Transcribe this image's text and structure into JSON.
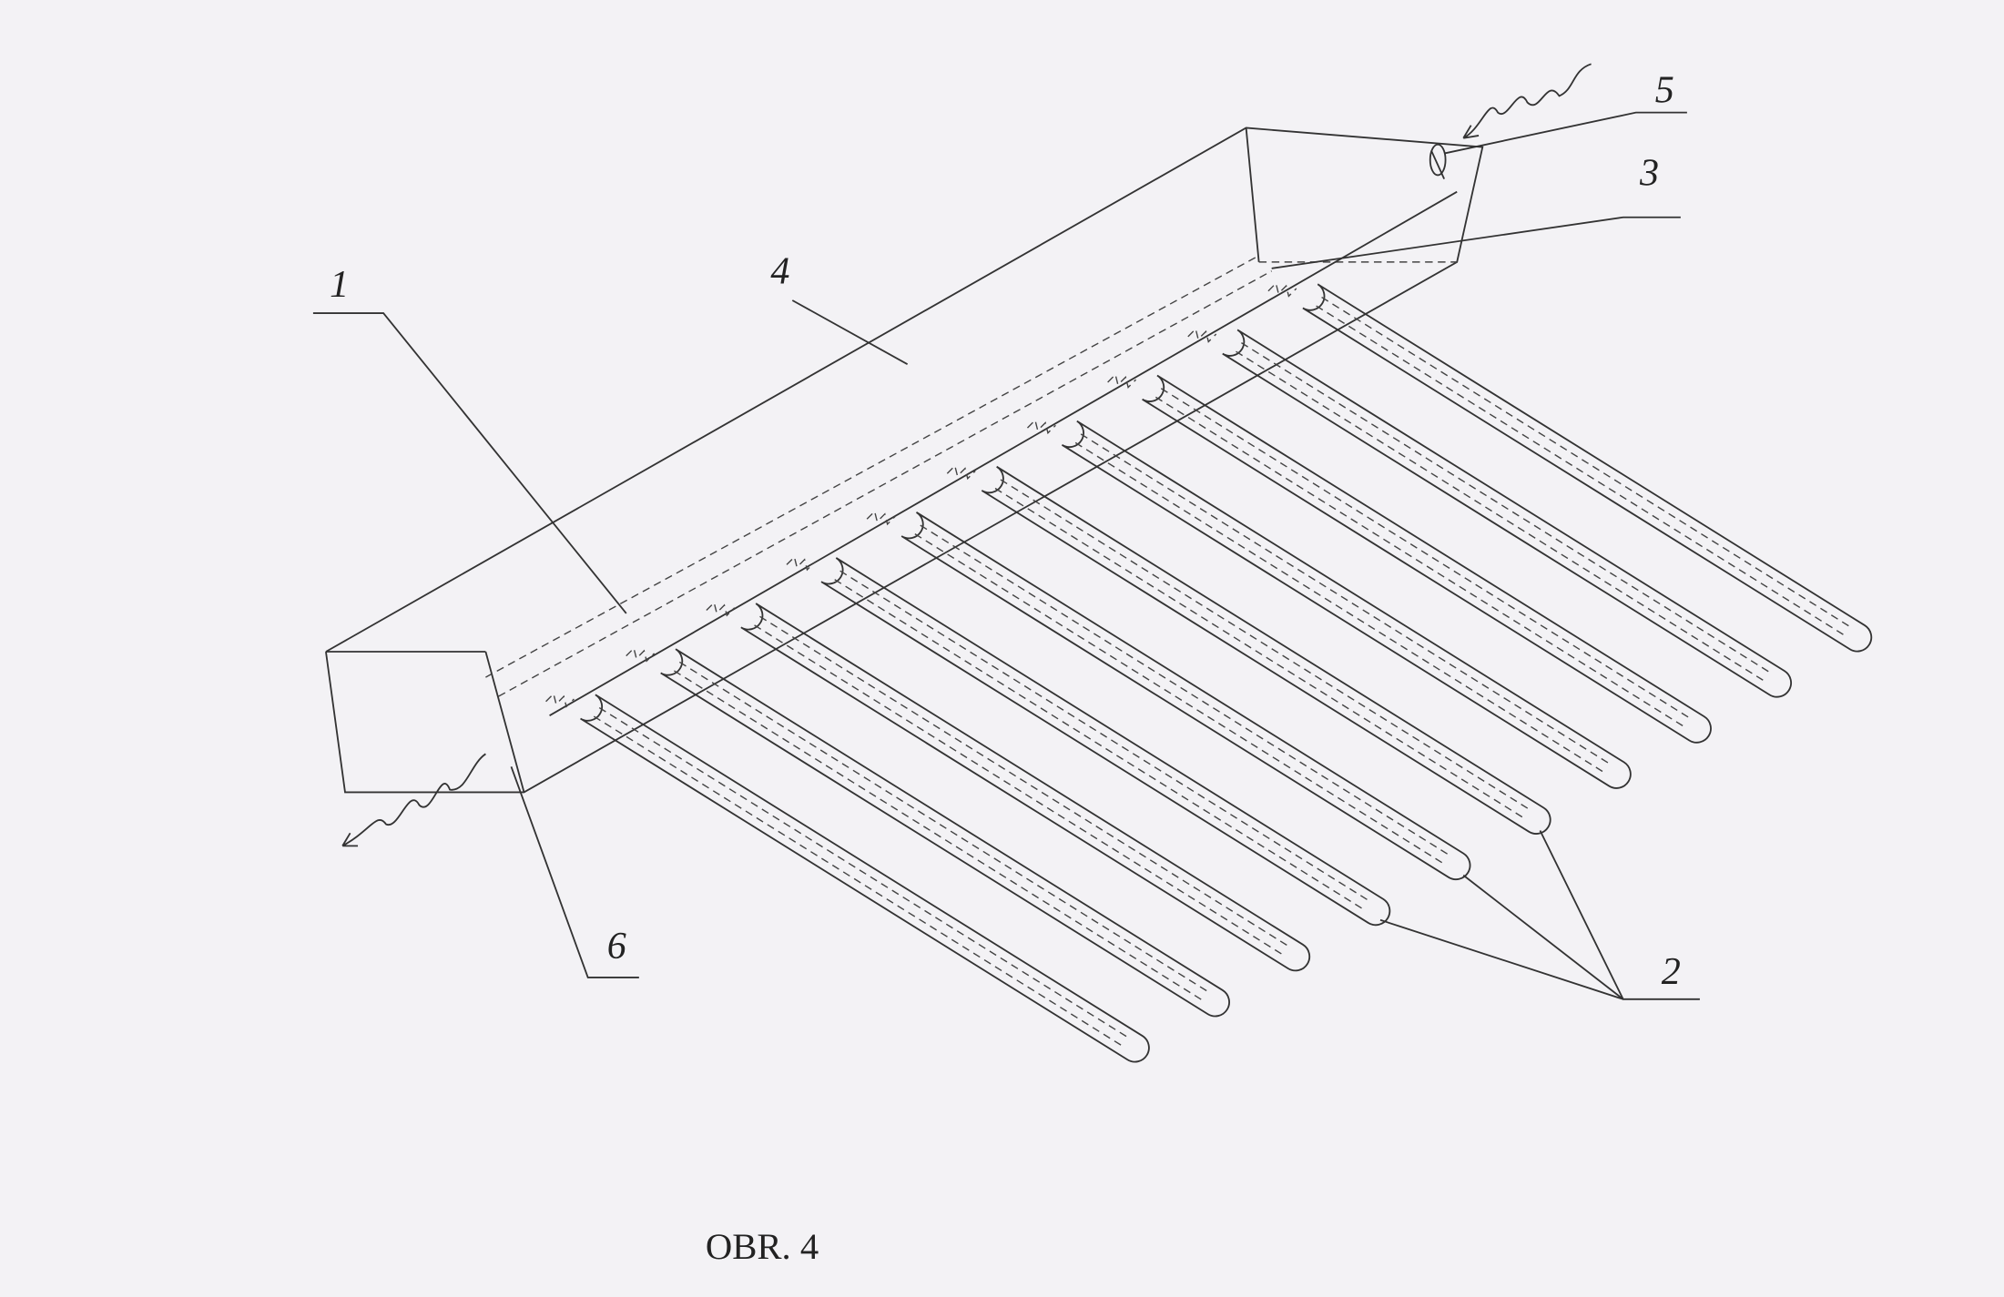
{
  "figure": {
    "caption": "OBR. 4",
    "labels": {
      "collector_pipe": "1",
      "tubes": "2",
      "inner_pipe": "3",
      "housing": "4",
      "inlet": "5",
      "outlet": "6"
    },
    "tube_count": 10
  }
}
